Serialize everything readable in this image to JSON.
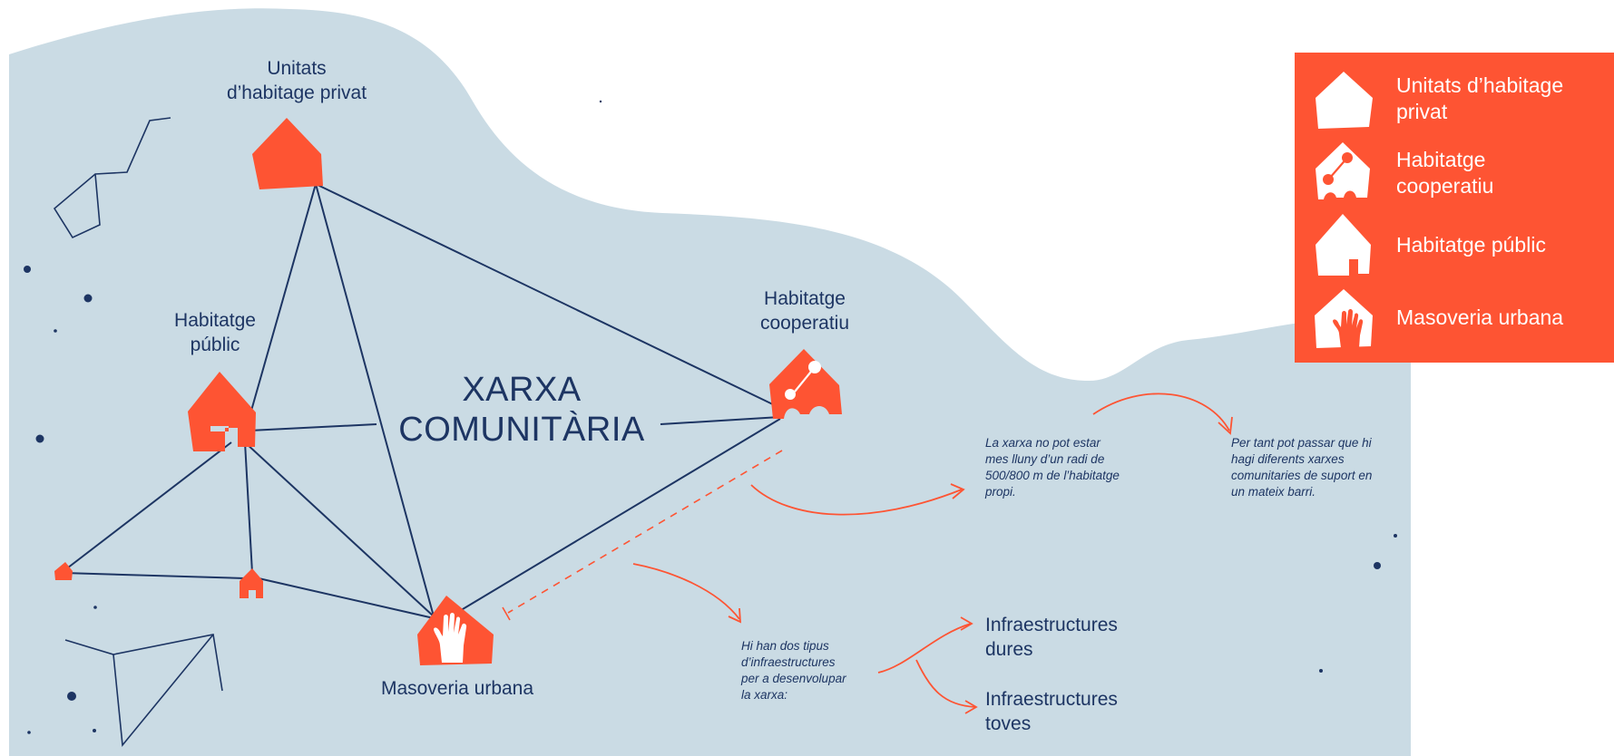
{
  "colors": {
    "background_blob": "#cadbe4",
    "accent": "#fe5433",
    "line": "#1d3563",
    "legend_text": "#ffffff"
  },
  "diagram": {
    "title_line1": "XARXA",
    "title_line2": "COMUNITÀRIA",
    "nodes": {
      "private_line1": "Unitats",
      "private_line2": "d’habitage privat",
      "public_line1": "Habitatge",
      "public_line2": "públic",
      "coop_line1": "Habitatge",
      "coop_line2": "cooperatiu",
      "masoveria": "Masoveria urbana"
    },
    "notes": {
      "radius": [
        "La xarxa no pot estar",
        "mes lluny d’un radi de",
        "500/800 m de l’habitatge",
        "propi."
      ],
      "multiple": [
        "Per tant pot passar que hi",
        "hagi diferents xarxes",
        "comunitaries de suport en",
        "un mateix barri."
      ],
      "infra_types": [
        "Hi han dos tipus",
        "d’infraestructures",
        "per a desenvolupar",
        "la xarxa:"
      ]
    },
    "infrastructures": {
      "hard_line1": "Infraestructures",
      "hard_line2": "dures",
      "soft_line1": "Infraestructures",
      "soft_line2": "toves"
    }
  },
  "legend": {
    "items": [
      {
        "icon": "private-house-icon",
        "line1": "Unitats d’habitage",
        "line2": "privat"
      },
      {
        "icon": "cooperative-house-icon",
        "line1": "Habitatge",
        "line2": "cooperatiu"
      },
      {
        "icon": "public-house-icon",
        "line1": "Habitatge públic",
        "line2": ""
      },
      {
        "icon": "masoveria-house-icon",
        "line1": "Masoveria urbana",
        "line2": ""
      }
    ]
  }
}
